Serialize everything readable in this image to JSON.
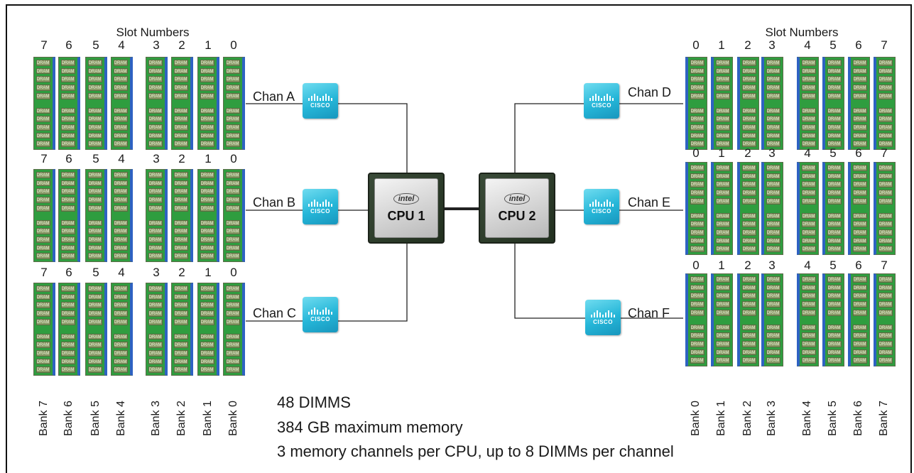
{
  "left_side": {
    "slot_title": "Slot Numbers",
    "slot_numbers": [
      "7",
      "6",
      "5",
      "4",
      "3",
      "2",
      "1",
      "0"
    ],
    "channels": [
      "Chan A",
      "Chan B",
      "Chan C"
    ],
    "banks": [
      "Bank 7",
      "Bank 6",
      "Bank 5",
      "Bank 4",
      "Bank 3",
      "Bank 2",
      "Bank 1",
      "Bank 0"
    ]
  },
  "right_side": {
    "slot_title": "Slot Numbers",
    "slot_numbers": [
      "0",
      "1",
      "2",
      "3",
      "4",
      "5",
      "6",
      "7"
    ],
    "channels": [
      "Chan  D",
      "Chan  E",
      "Chan  F"
    ],
    "banks": [
      "Bank 0",
      "Bank 1",
      "Bank 2",
      "Bank 3",
      "Bank 4",
      "Bank 5",
      "Bank 6",
      "Bank 7"
    ]
  },
  "dimm_chip_text": "DRAM",
  "cisco_logo_text": "CISCO",
  "cpus": [
    {
      "brand": "intel",
      "label": "CPU 1"
    },
    {
      "brand": "intel",
      "label": "CPU 2"
    }
  ],
  "info": {
    "line1": "48 DIMMS",
    "line2": "384 GB maximum memory",
    "line3": "3 memory channels per CPU, up to 8 DIMMs per channel"
  },
  "colors": {
    "dimm_green": "#2f9d3f",
    "dimm_chip": "#8a9a68",
    "dimm_edge_blue": "#2e62c2",
    "cisco_cyan": "#25b6d8"
  }
}
